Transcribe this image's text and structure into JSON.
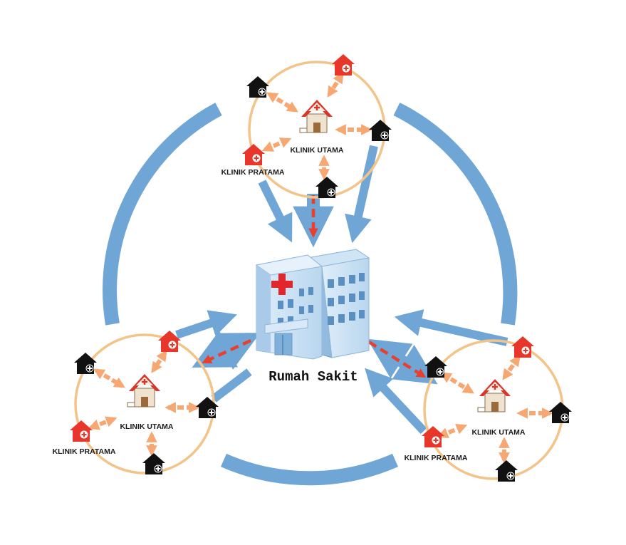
{
  "hospital": {
    "label": "Rumah Sakit",
    "icon": "hospital-building-icon"
  },
  "clusters": [
    {
      "id": "top",
      "utama_label": "KLINIK UTAMA",
      "pratama_label": "KLINIK PRATAMA"
    },
    {
      "id": "left",
      "utama_label": "KLINIK UTAMA",
      "pratama_label": "KLINIK PRATAMA"
    },
    {
      "id": "right",
      "utama_label": "KLINIK UTAMA",
      "pratama_label": "KLINIK PRATAMA"
    }
  ],
  "colors": {
    "big_ring": "#6fa6d6",
    "blue_arrow": "#6fa6d6",
    "cluster_ring": "#f3c48a",
    "red_dashed": "#e8402e",
    "orange_arrow": "#f7a772",
    "pratama_house": "#e8372a",
    "satellite_house": "#111111",
    "cross": "#ffffff"
  }
}
